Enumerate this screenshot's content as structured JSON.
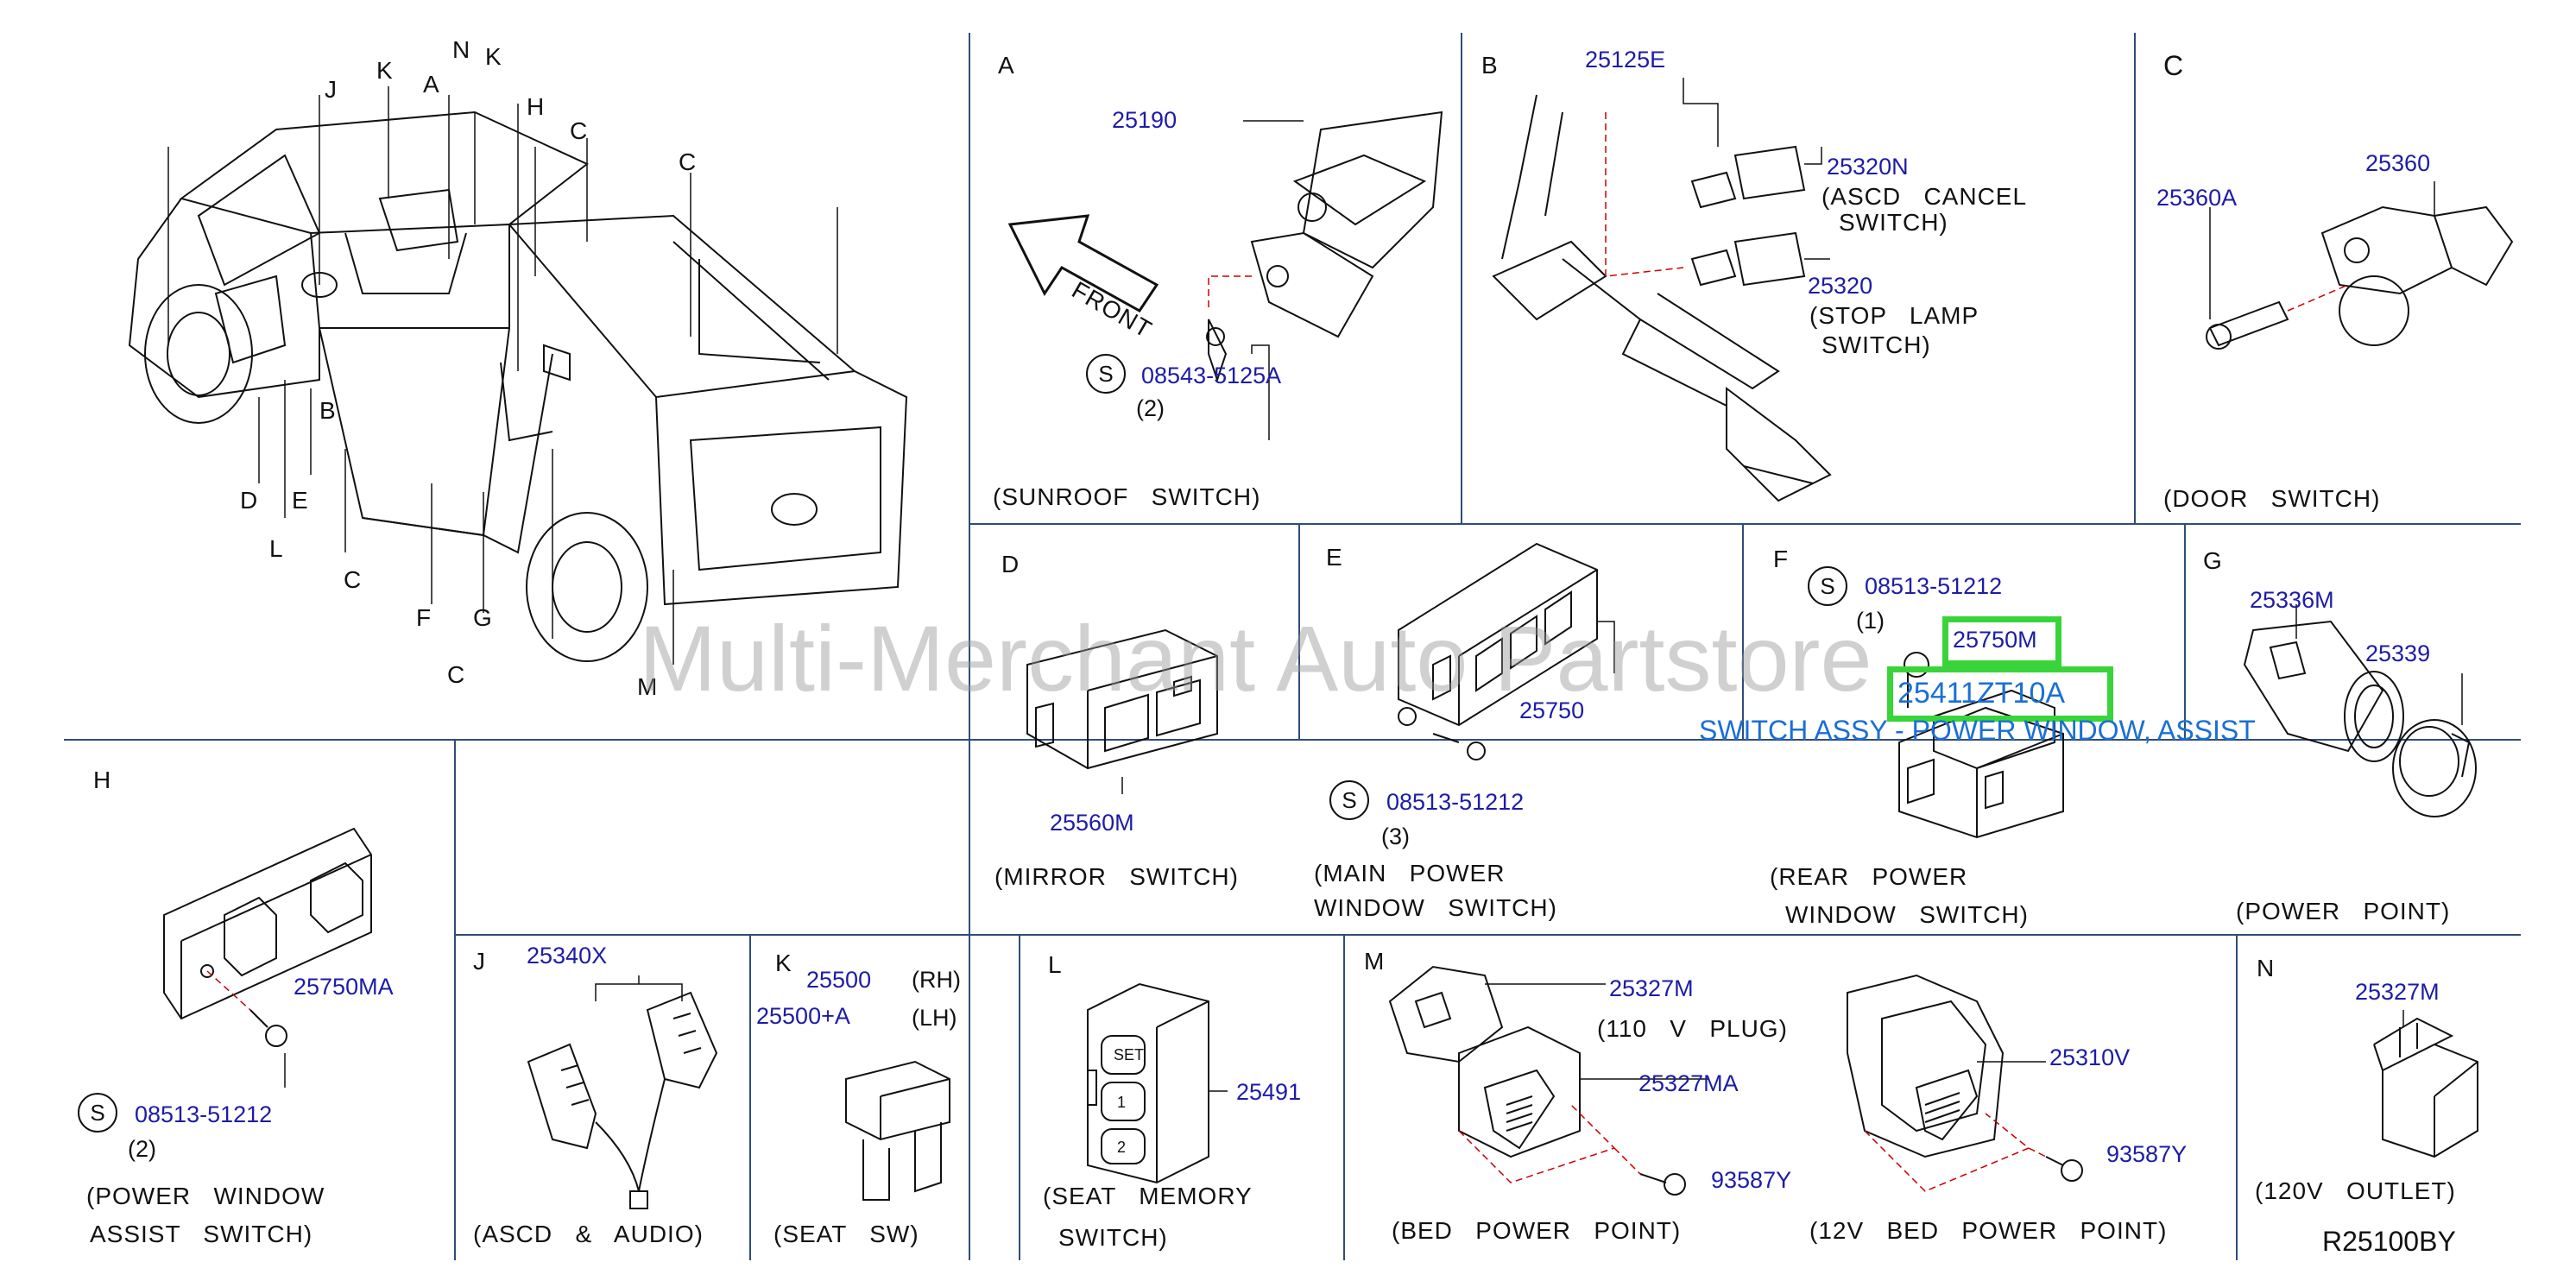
{
  "diagram": {
    "watermark": "Multi-Merchant Auto Partstore",
    "code": "R25100BY",
    "overview": {
      "letters": [
        "J",
        "K",
        "A",
        "N",
        "K",
        "H",
        "C",
        "C",
        "D",
        "E",
        "B",
        "L",
        "C",
        "F",
        "G",
        "C",
        "M"
      ]
    },
    "A": {
      "letter": "A",
      "front_label": "FRONT",
      "parts": [
        "25190",
        "08543-5125A"
      ],
      "s": "S",
      "qty": "(2)",
      "caption": "(SUNROOF   SWITCH)"
    },
    "B": {
      "letter": "B",
      "parts": [
        "25125E",
        "25320N",
        "25320"
      ],
      "desc1": "(ASCD   CANCEL",
      "desc1b": "SWITCH)",
      "desc2": "(STOP   LAMP",
      "desc2b": "SWITCH)"
    },
    "C": {
      "letter": "C",
      "parts": [
        "25360",
        "25360A"
      ],
      "caption": "(DOOR   SWITCH)"
    },
    "D": {
      "letter": "D",
      "parts": [
        "25560M"
      ],
      "caption": "(MIRROR   SWITCH)"
    },
    "E": {
      "letter": "E",
      "parts": [
        "25750",
        "08513-51212"
      ],
      "s": "S",
      "qty": "(3)",
      "caption1": "(MAIN   POWER",
      "caption2": "WINDOW   SWITCH)"
    },
    "F": {
      "letter": "F",
      "parts": [
        "08513-51212",
        "25750M",
        "25411ZT10A"
      ],
      "s": "S",
      "qty": "(1)",
      "highlight_label": "SWITCH ASSY - POWER WINDOW, ASSIST",
      "caption1": "(REAR   POWER",
      "caption2": "WINDOW   SWITCH)"
    },
    "G": {
      "letter": "G",
      "parts": [
        "25336M",
        "25339"
      ],
      "caption": "(POWER   POINT)"
    },
    "H": {
      "letter": "H",
      "parts": [
        "25750MA",
        "08513-51212"
      ],
      "s": "S",
      "qty": "(2)",
      "caption1": "(POWER   WINDOW",
      "caption2": "ASSIST   SWITCH)"
    },
    "J": {
      "letter": "J",
      "parts": [
        "25340X"
      ],
      "caption": "(ASCD   &   AUDIO)"
    },
    "K": {
      "letter": "K",
      "parts": [
        "25500",
        "25500+A"
      ],
      "rh": "(RH)",
      "lh": "(LH)",
      "caption": "(SEAT   SW)"
    },
    "L": {
      "letter": "L",
      "parts": [
        "25491"
      ],
      "caption1": "(SEAT   MEMORY",
      "caption2": "SWITCH)"
    },
    "M": {
      "letter": "M",
      "parts": [
        "25327M",
        "25327MA",
        "93587Y",
        "25310V",
        "93587Y"
      ],
      "plug": "(110   V   PLUG)",
      "caption1": "(BED   POWER   POINT)",
      "caption2": "(12V   BED   POWER   POINT)"
    },
    "N": {
      "letter": "N",
      "parts": [
        "25327M"
      ],
      "caption": "(120V   OUTLET)"
    }
  }
}
